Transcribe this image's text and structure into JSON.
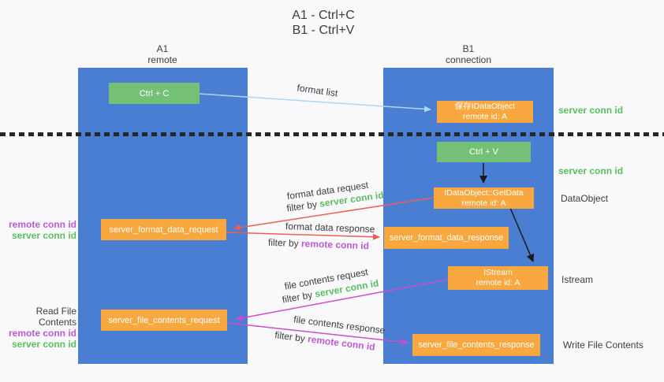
{
  "title": {
    "line1": "A1 - Ctrl+C",
    "line2": "B1 - Ctrl+V"
  },
  "lanes": {
    "left": {
      "id": "A1",
      "role": "remote"
    },
    "right": {
      "id": "B1",
      "role": "connection"
    }
  },
  "nodes": {
    "ctrl_c": {
      "label": "Ctrl + C"
    },
    "save_dataobject": {
      "line1": "保存IDataObject",
      "line2": "remote id: A"
    },
    "ctrl_v": {
      "label": "Ctrl + V"
    },
    "getdata": {
      "line1": "IDataObject::GetData",
      "line2": "remote id: A"
    },
    "format_request": {
      "label": "server_format_data_request"
    },
    "format_response": {
      "label": "server_format_data_response"
    },
    "istream": {
      "line1": "IStream",
      "line2": "remote id: A"
    },
    "file_request": {
      "label": "server_file_contents_request"
    },
    "file_response": {
      "label": "server_file_contents_response"
    }
  },
  "arrows": {
    "format_list": {
      "label": "format list"
    },
    "format_data_request": {
      "label": "format data request",
      "filter_prefix": "filter by",
      "filter_key": "server conn id"
    },
    "format_data_response": {
      "label": "format data response",
      "filter_prefix": "filter by",
      "filter_key": "remote conn id"
    },
    "file_contents_request": {
      "label": "file contents request",
      "filter_prefix": "filter by",
      "filter_key": "server conn id"
    },
    "file_contents_response": {
      "label": "file contents response",
      "filter_prefix": "filter by",
      "filter_key": "remote conn id"
    }
  },
  "side_labels": {
    "server_conn_id_top": "server conn id",
    "server_conn_id_mid": "server conn id",
    "dataobject": "DataObject",
    "istream": "Istream",
    "write_file_contents": "Write File Contents",
    "read_file_contents": "Read File Contents",
    "pair1": {
      "remote": "remote conn id",
      "server": "server conn id"
    },
    "pair2": {
      "remote": "remote conn id",
      "server": "server conn id"
    }
  },
  "colors": {
    "lane_blue": "#4a7ed2",
    "box_green": "#74c077",
    "box_orange": "#f9a840",
    "conn_green": "#5abe5e",
    "conn_purple": "#bb5ad4",
    "arrow_red": "#e95f56",
    "arrow_magenta": "#cb4ecb",
    "arrow_lightblue": "#aed6f0",
    "arrow_black": "#1a1a1a"
  }
}
